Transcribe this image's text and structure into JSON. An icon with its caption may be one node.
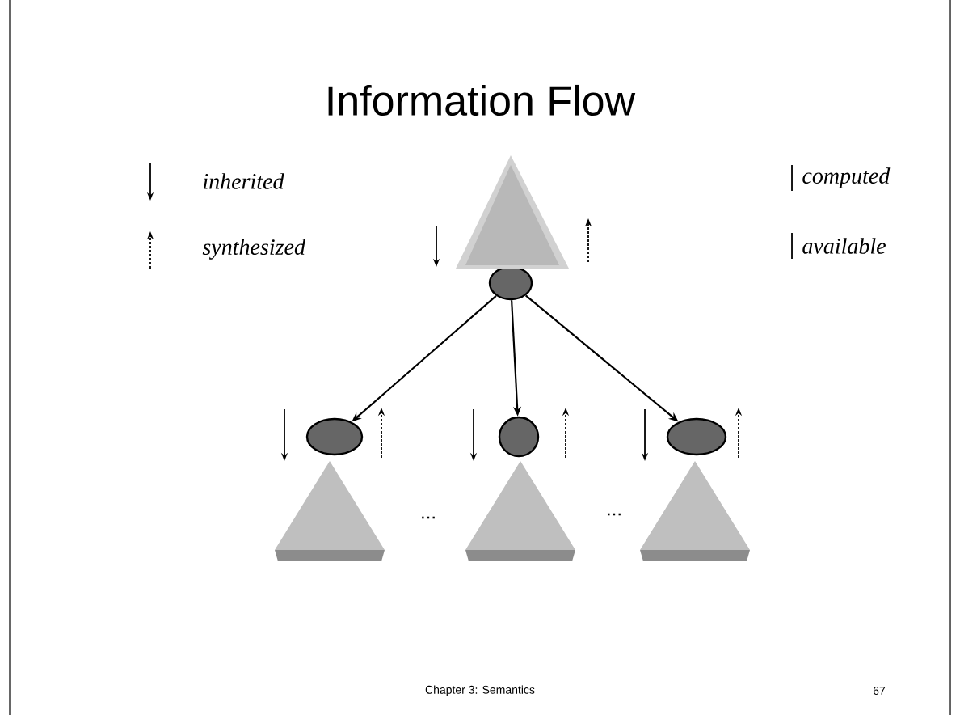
{
  "diagram": {
    "title": "Information Flow",
    "nodes": [
      {
        "text": [],
        "shape": "circle"
      },
      {
        "text": [],
        "shape": "circle"
      },
      {
        "text": [],
        "shape": "circle"
      },
      {
        "text": [],
        "shape": "circle"
      }
    ],
    "edges": [
      {
        "from": 0,
        "to": 1,
        "arrow": "to"
      },
      {
        "from": 0,
        "to": 2,
        "arrow": "to"
      },
      {
        "from": 0,
        "to": 3,
        "arrow": "to"
      }
    ],
    "labels": [
      "...",
      "...",
      "Chapter 3: Semantics",
      "67"
    ],
    "legend": [
      {
        "text": "inherited"
      },
      {
        "text": "synthesized"
      },
      {
        "text": "computed"
      },
      {
        "text": "available"
      }
    ]
  }
}
